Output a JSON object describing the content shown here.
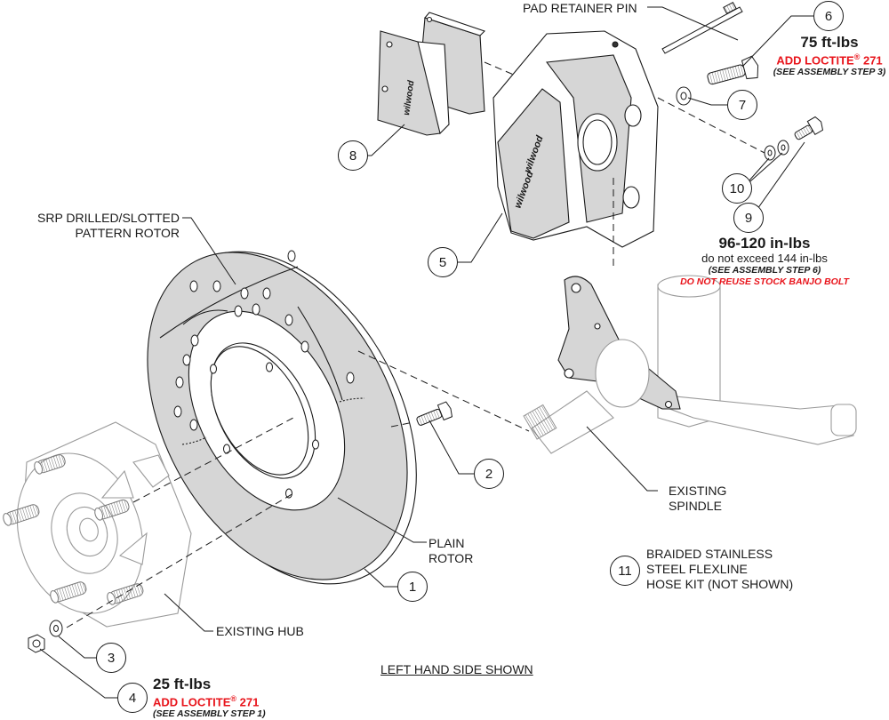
{
  "diagram": {
    "title_note": "LEFT HAND SIDE SHOWN",
    "brand_marking": "wilwood",
    "colors": {
      "line": "#1a1a1a",
      "part_fill": "#d6d6d6",
      "ghost_line": "#9a9a9a",
      "warning_red": "#e8141b"
    },
    "labels": {
      "pad_retainer_pin": "PAD RETAINER PIN",
      "srp_rotor_line1": "SRP DRILLED/SLOTTED",
      "srp_rotor_line2": "PATTERN ROTOR",
      "plain_rotor_line1": "PLAIN",
      "plain_rotor_line2": "ROTOR",
      "existing_spindle_line1": "EXISTING",
      "existing_spindle_line2": "SPINDLE",
      "existing_hub": "EXISTING HUB",
      "flexline_line1": "BRAIDED STAINLESS",
      "flexline_line2": "STEEL FLEXLINE",
      "flexline_line3": "HOSE KIT (NOT SHOWN)"
    },
    "callouts": [
      {
        "number": "1",
        "part": "rotor"
      },
      {
        "number": "2",
        "part": "rotor-bolt"
      },
      {
        "number": "3",
        "part": "washer"
      },
      {
        "number": "4",
        "part": "lug-nut"
      },
      {
        "number": "5",
        "part": "caliper"
      },
      {
        "number": "6",
        "part": "caliper-mount-bolt"
      },
      {
        "number": "7",
        "part": "mount-washer"
      },
      {
        "number": "8",
        "part": "brake-pads"
      },
      {
        "number": "9",
        "part": "banjo-bolt"
      },
      {
        "number": "10",
        "part": "banjo-washers"
      },
      {
        "number": "11",
        "part": "flexline-hose-kit"
      }
    ],
    "specs": {
      "bolt6": {
        "torque": "75 ft-lbs",
        "loctite": "ADD LOCTITE",
        "loctite_mark": "®",
        "loctite_grade": " 271",
        "step": "(SEE ASSEMBLY STEP 3)"
      },
      "banjo9": {
        "torque": "96-120 in-lbs",
        "limit": "do not exceed 144 in-lbs",
        "step": "(SEE ASSEMBLY STEP 6)",
        "warning": "DO NOT REUSE STOCK BANJO BOLT"
      },
      "nut4": {
        "torque": "25 ft-lbs",
        "loctite": "ADD LOCTITE",
        "loctite_mark": "®",
        "loctite_grade": " 271",
        "step": "(SEE ASSEMBLY STEP 1)"
      }
    }
  }
}
